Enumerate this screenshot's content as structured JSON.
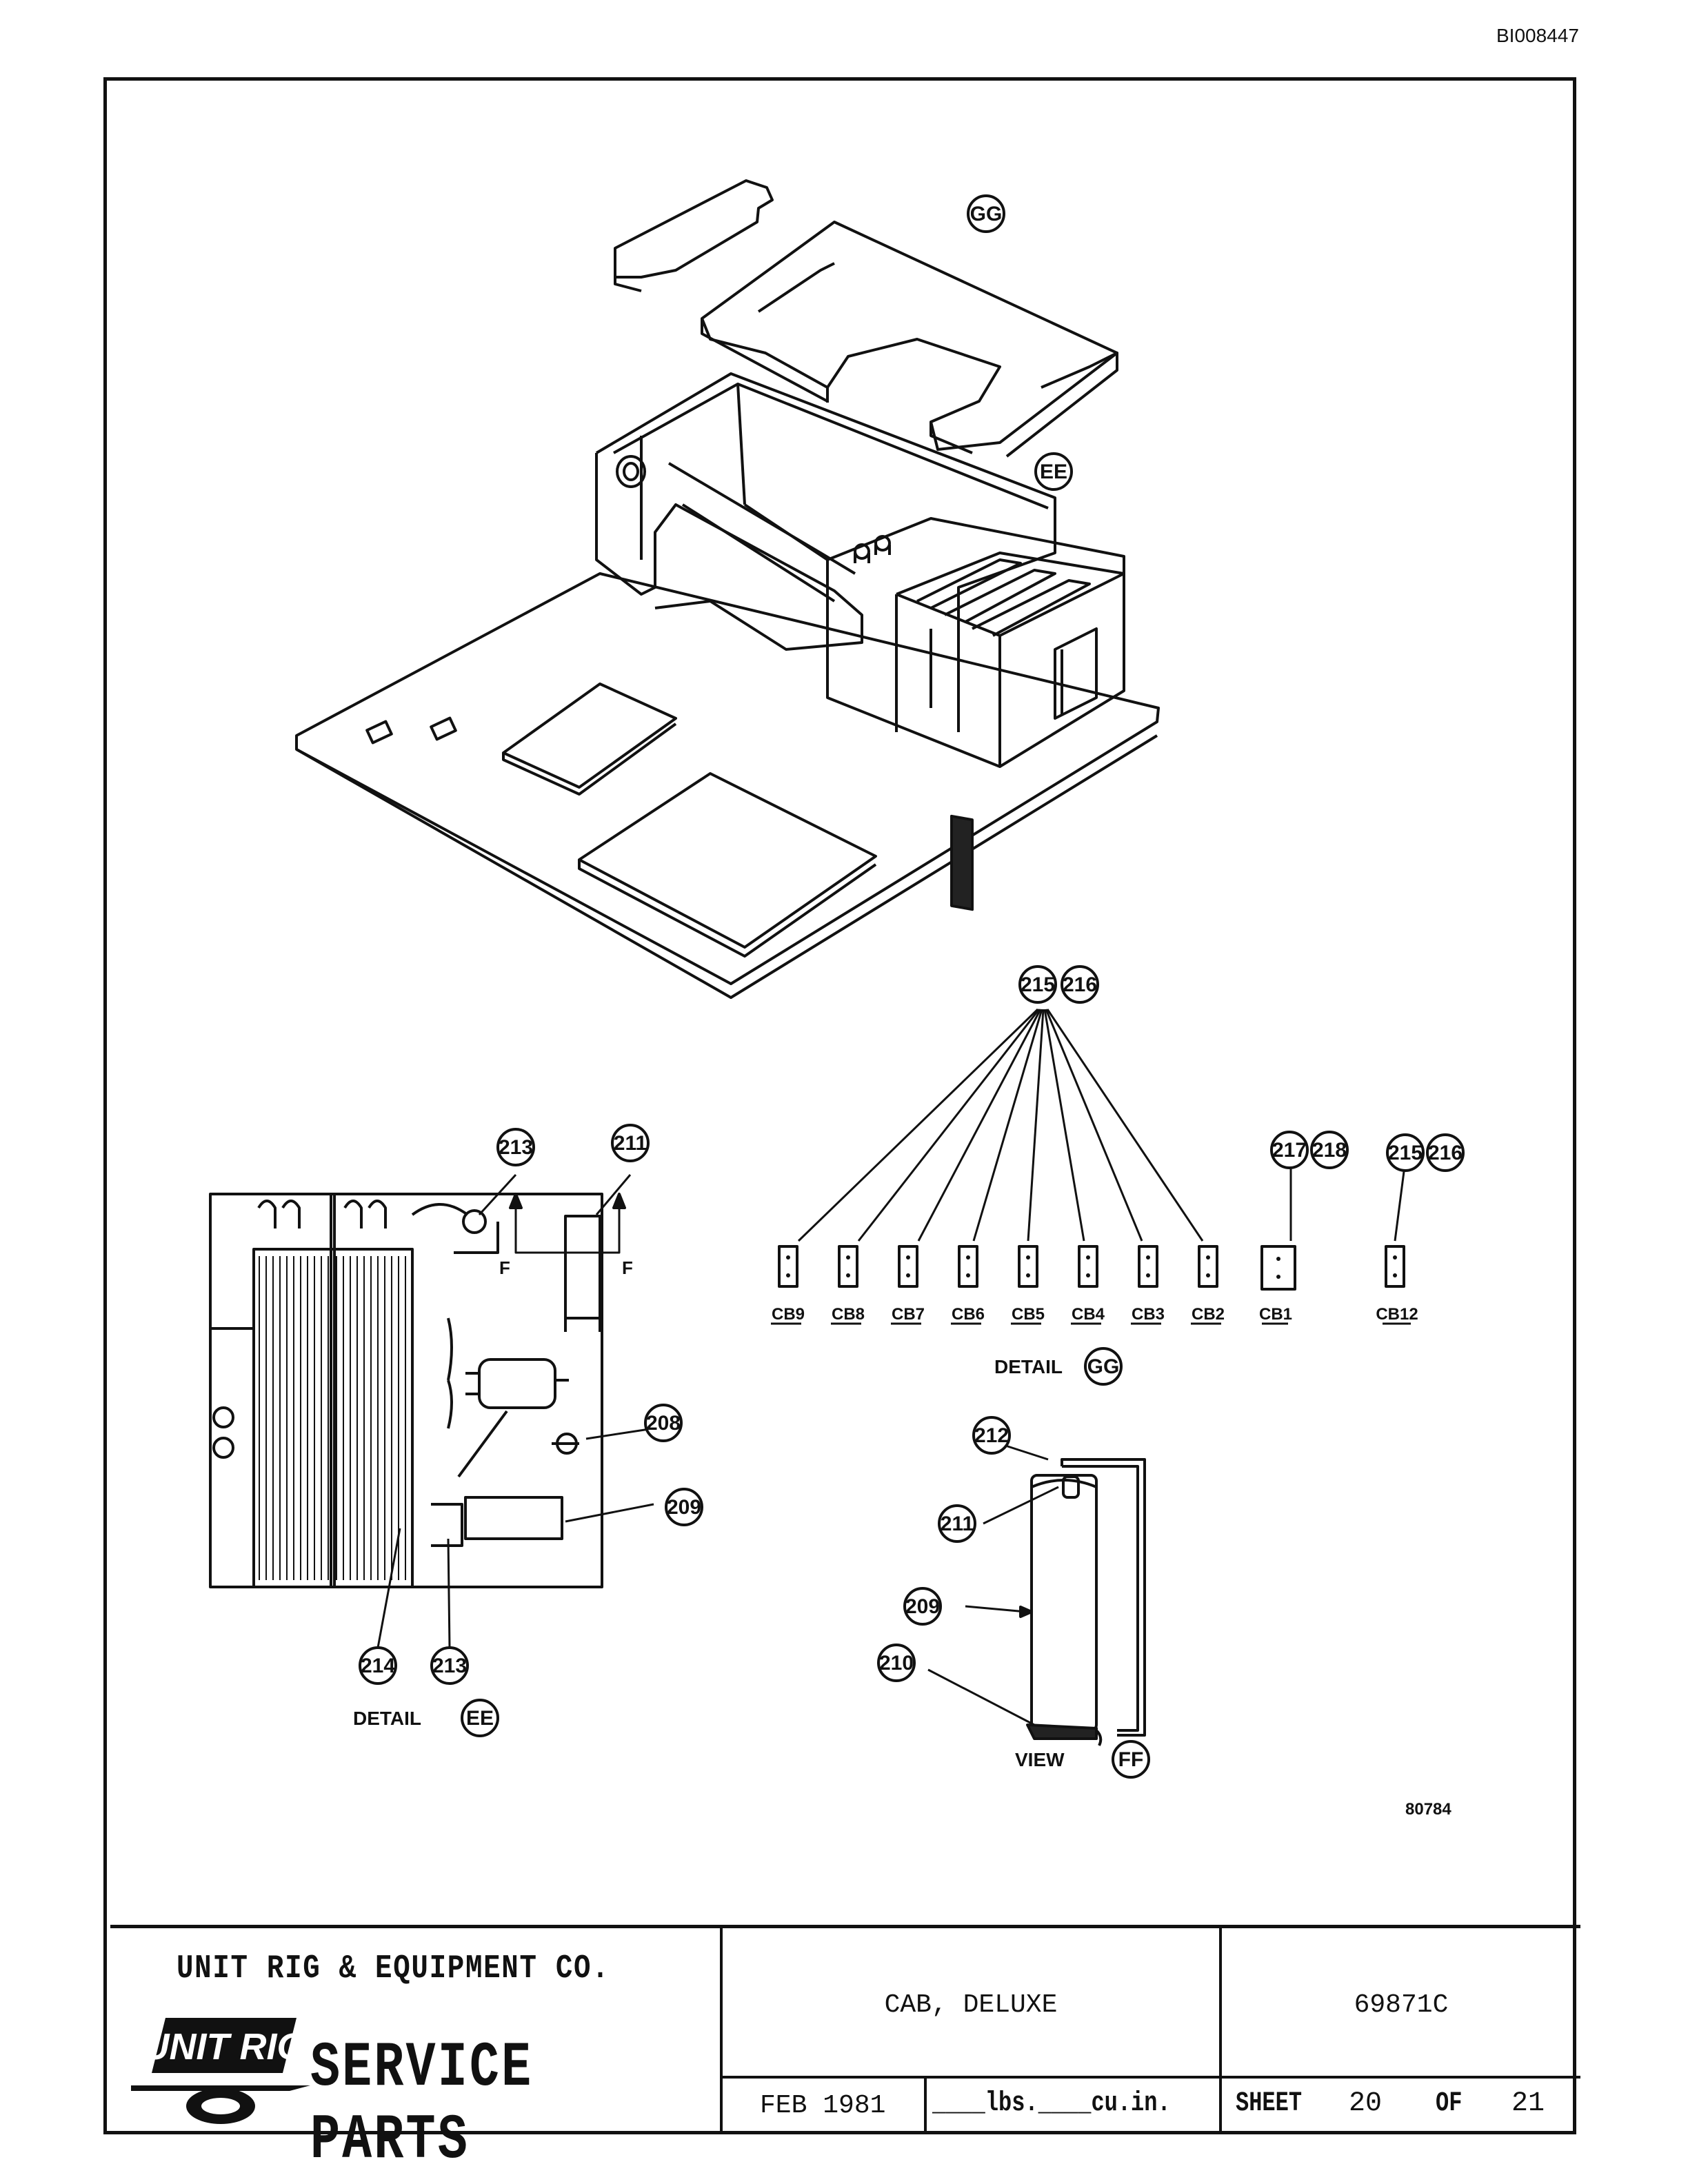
{
  "document_id": "BI008447",
  "callouts": {
    "gg": "GG",
    "ee": "EE",
    "ff": "FF",
    "n215a": "215",
    "n216a": "216",
    "n217": "217",
    "n218": "218",
    "n215b": "215",
    "n216b": "216",
    "n213a": "213",
    "n211a": "211",
    "n208": "208",
    "n209a": "209",
    "n214": "214",
    "n213b": "213",
    "n212": "212",
    "n211b": "211",
    "n209b": "209",
    "n210": "210"
  },
  "circuit_breakers": [
    "CB9",
    "CB8",
    "CB7",
    "CB6",
    "CB5",
    "CB4",
    "CB3",
    "CB2",
    "CB1",
    "CB12"
  ],
  "section_marks": [
    "F",
    "F"
  ],
  "detail_labels": {
    "gg": "DETAIL",
    "ee": "DETAIL",
    "ff": "VIEW"
  },
  "drawing_number": "80784",
  "title_block": {
    "company": "UNIT RIG & EQUIPMENT CO.",
    "logo_text": "UNIT RIG",
    "department": "SERVICE PARTS",
    "title": "CAB, DELUXE",
    "part_number": "69871C",
    "date": "FEB 1981",
    "weight_text": "____lbs.____cu.in.",
    "sheet_label": "SHEET",
    "sheet_number": "20",
    "of_label": "OF",
    "sheet_total": "21"
  }
}
